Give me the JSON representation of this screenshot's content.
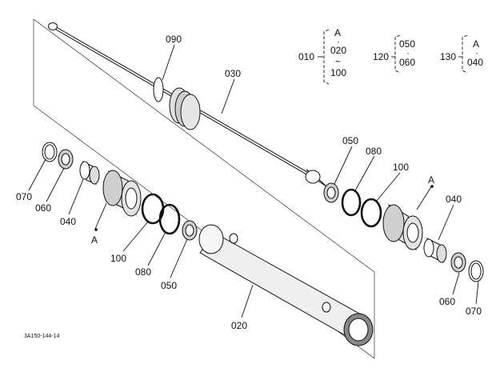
{
  "legend": {
    "items": [
      {
        "code": "010",
        "sub": [
          "A",
          "020",
          "100"
        ],
        "sep": [
          "·",
          "~"
        ]
      },
      {
        "code": "120",
        "sub": [
          "050",
          "060"
        ],
        "sep": [
          "·"
        ]
      },
      {
        "code": "130",
        "sub": [
          "A",
          "040"
        ],
        "sep": [
          "·"
        ]
      }
    ]
  },
  "callouts": {
    "p090": "090",
    "p030": "030",
    "p050_top": "050",
    "p080_top": "080",
    "p100_top": "100",
    "pA_right": "A",
    "p040_right": "040",
    "p060_right": "060",
    "p070_right": "070",
    "p070_left": "070",
    "p060_left": "060",
    "p040_left": "040",
    "pA_left": "A",
    "p100_bottom": "100",
    "p080_bottom": "080",
    "p050_bottom": "050",
    "p020": "020"
  },
  "figure_code": "3A150-144-14"
}
